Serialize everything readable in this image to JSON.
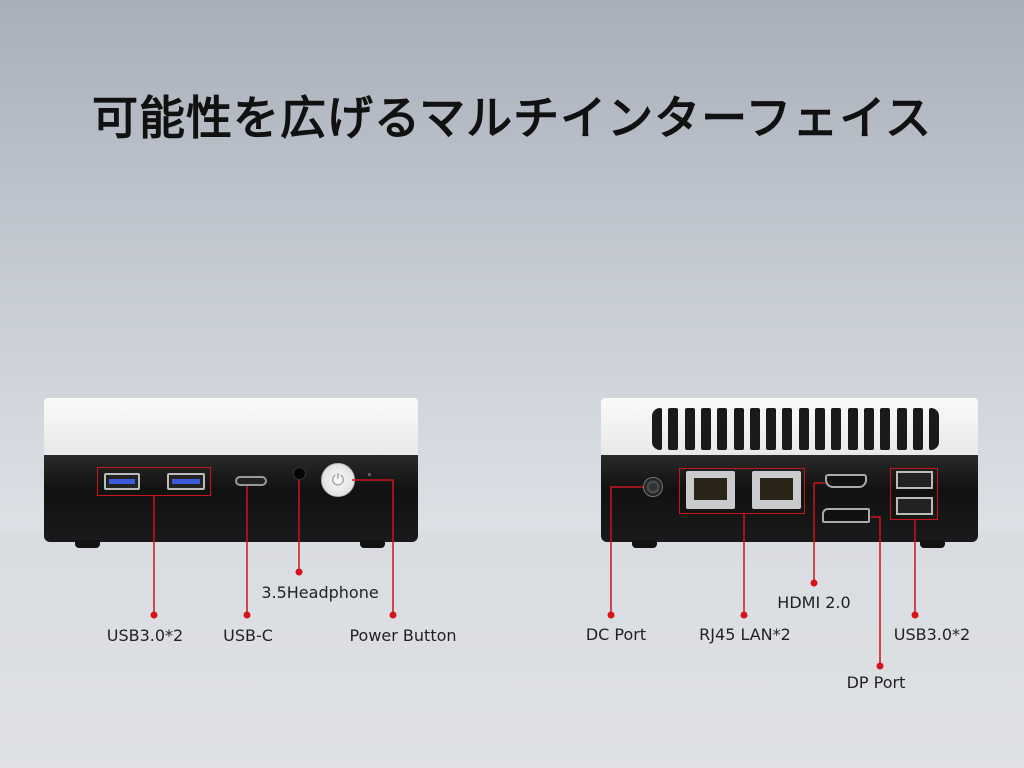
{
  "title": "可能性を広げるマルチインターフェイス",
  "front_labels": {
    "usb": "USB3.0*2",
    "usbc": "USB-C",
    "headphone": "3.5Headphone",
    "power": "Power Button"
  },
  "back_labels": {
    "dc": "DC Port",
    "rj45": "RJ45 LAN*2",
    "hdmi": "HDMI 2.0",
    "usb": "USB3.0*2",
    "dp": "DP Port"
  },
  "colors": {
    "callout": "#c8161d",
    "usb_blue": "#3d5bd8"
  }
}
